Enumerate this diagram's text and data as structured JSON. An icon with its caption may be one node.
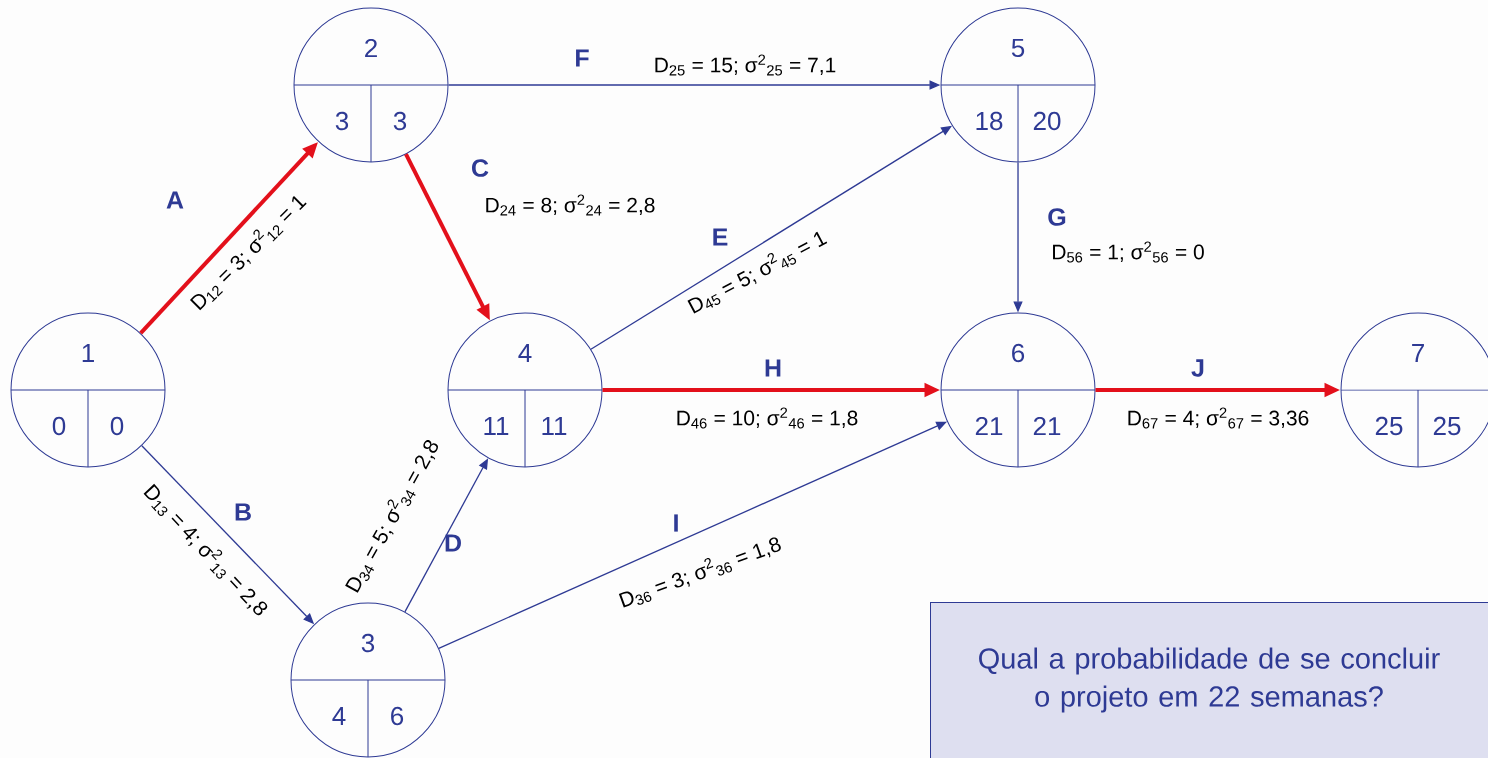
{
  "diagram": {
    "nodes": [
      {
        "text": [
          "1",
          "0",
          "0"
        ]
      },
      {
        "text": [
          "2",
          "3",
          "3"
        ]
      },
      {
        "text": [
          "3",
          "4",
          "6"
        ]
      },
      {
        "text": [
          "4",
          "11",
          "11"
        ]
      },
      {
        "text": [
          "5",
          "18",
          "20"
        ]
      },
      {
        "text": [
          "6",
          "21",
          "21"
        ]
      },
      {
        "text": [
          "7",
          "25",
          "25"
        ]
      },
      {
        "text": [
          "Qual a probabilidade de se concluir o projeto em 22 semanas?"
        ]
      }
    ],
    "edges": [
      {
        "from": 0,
        "to": 1,
        "arrow": "to",
        "label": "A",
        "style": "thick",
        "color": "#e3101b"
      },
      {
        "from": 0,
        "to": 2,
        "arrow": "to",
        "label": "B"
      },
      {
        "from": 1,
        "to": 3,
        "arrow": "to",
        "label": "C",
        "style": "thick",
        "color": "#e3101b"
      },
      {
        "from": 2,
        "to": 3,
        "arrow": "to",
        "label": "D"
      },
      {
        "from": 3,
        "to": 4,
        "arrow": "to",
        "label": "E"
      },
      {
        "from": 1,
        "to": 4,
        "arrow": "to",
        "label": "F"
      },
      {
        "from": 4,
        "to": 5,
        "arrow": "to",
        "label": "G"
      },
      {
        "from": 3,
        "to": 5,
        "arrow": "to",
        "label": "H",
        "style": "thick",
        "color": "#e3101b"
      },
      {
        "from": 2,
        "to": 5,
        "arrow": "to",
        "label": "I"
      },
      {
        "from": 5,
        "to": 6,
        "arrow": "to",
        "label": "J",
        "style": "thick",
        "color": "#e3101b"
      }
    ],
    "labels": [
      "D$_{12}$ = 3; σ$^{2}$$_{12}$ = 1",
      "D$_{13}$ = 4; σ$^{2}$$_{13}$ = 2,8",
      "D$_{24}$ = 8; σ$^{2}$$_{24}$ = 2,8",
      "D$_{34}$ = 5; σ$^{2}$$_{34}$ = 2,8",
      "D$_{45}$ = 5; σ$^{2}$$_{45}$ = 1",
      "D$_{25}$ = 15; σ$^{2}$$_{25}$ = 7,1",
      "D$_{56}$ = 1; σ$^{2}$$_{56}$ = 0",
      "D$_{46}$ = 10; σ$^{2}$$_{46}$ = 1,8",
      "D$_{36}$ = 3; σ$^{2}$$_{36}$ = 1,8",
      "D$_{67}$ = 4; σ$^{2}$$_{67}$ = 3,36"
    ]
  }
}
